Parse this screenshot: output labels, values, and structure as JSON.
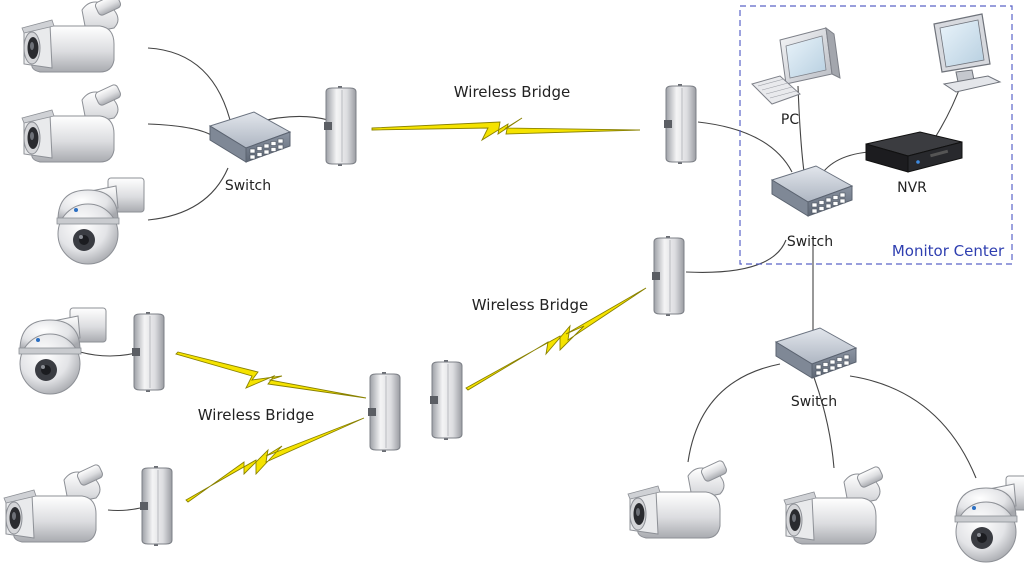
{
  "labels": {
    "wireless_bridge_top": "Wireless Bridge",
    "wireless_bridge_mid": "Wireless Bridge",
    "wireless_bridge_left": "Wireless Bridge",
    "switch_top_left": "Switch",
    "switch_center": "Switch",
    "switch_bottom_right": "Switch",
    "pc": "PC",
    "nvr": "NVR",
    "monitor_center": "Monitor Center"
  },
  "colors": {
    "link_zigzag": "#f5e300",
    "monitor_center_border": "#5a64c8",
    "monitor_center_text": "#2f3fb0",
    "switch_body": "#aab2bf",
    "nvr_body": "#1c1c1c"
  },
  "icons": [
    "bullet-camera-icon",
    "dome-camera-icon",
    "network-switch-icon",
    "panel-antenna-icon",
    "desktop-pc-icon",
    "monitor-icon",
    "nvr-recorder-icon",
    "wireless-link-icon"
  ]
}
